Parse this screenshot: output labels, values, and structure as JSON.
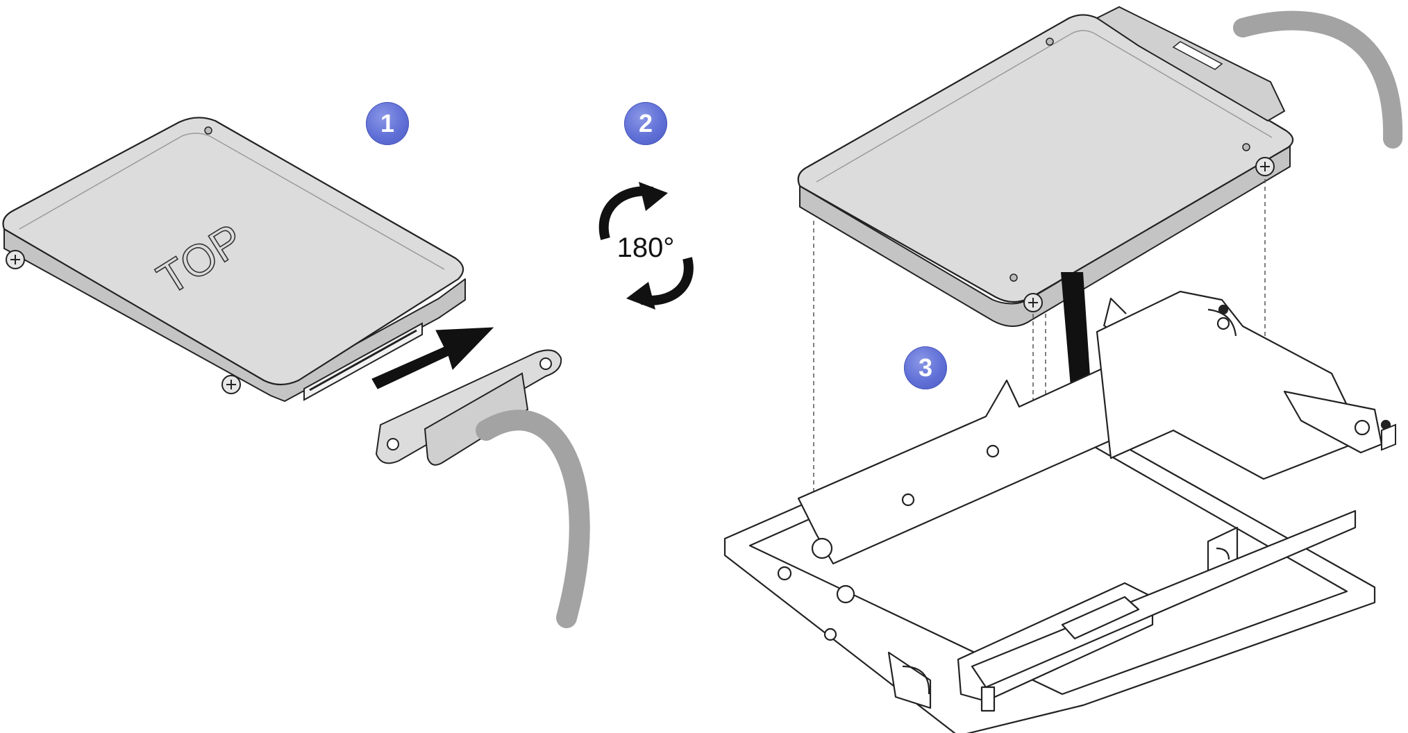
{
  "steps": [
    {
      "number": "1"
    },
    {
      "number": "2"
    },
    {
      "number": "3"
    }
  ],
  "drive_label": "TOP",
  "rotation_label": "180°",
  "colors": {
    "drive_fill": "#dcdcdc",
    "drive_side": "#c8c8c8",
    "cable": "#a3a3a3",
    "line": "#222222",
    "step_badge": "#5f6fd6"
  }
}
